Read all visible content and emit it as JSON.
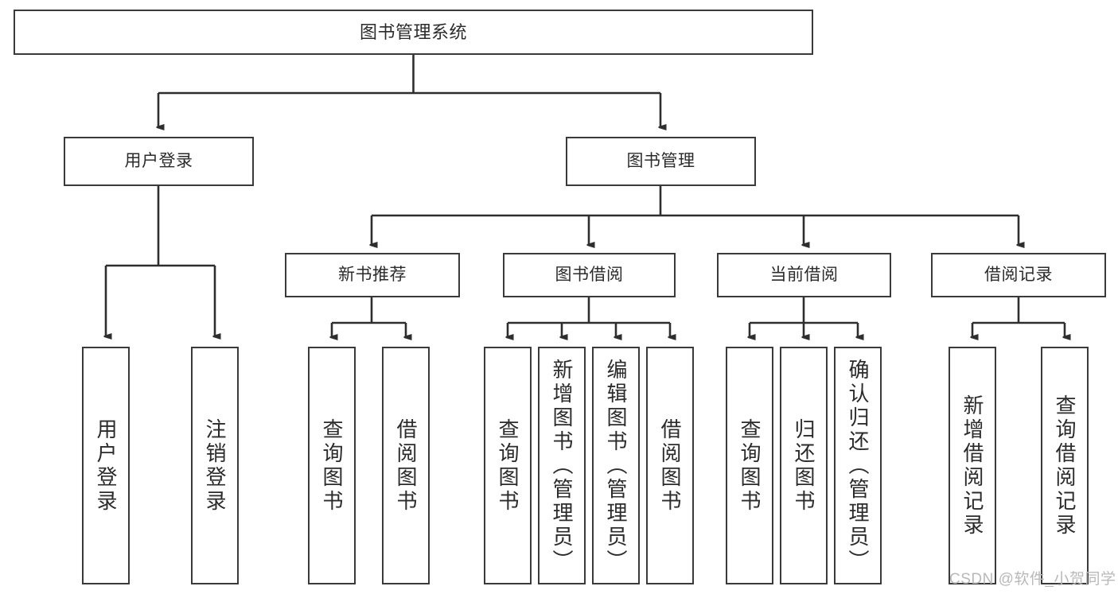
{
  "diagram": {
    "type": "tree-hierarchy-chart",
    "title": "图书管理系统",
    "orientation": "top-down",
    "line_color": "#3a3a3a",
    "box_fill": "#ffffff",
    "text_color": "#2b2b2b",
    "watermark": "CSDN @软件_小贺同学",
    "watermark_color": "#b9b9b9"
  },
  "nodes": {
    "root": {
      "label": "图书管理系统"
    },
    "level2": [
      {
        "label": "用户登录"
      },
      {
        "label": "图书管理"
      }
    ],
    "level3": [
      {
        "label": "新书推荐"
      },
      {
        "label": "图书借阅"
      },
      {
        "label": "当前借阅"
      },
      {
        "label": "借阅记录"
      }
    ],
    "leaves": {
      "user_login": [
        {
          "label": "用户登录"
        },
        {
          "label": "注销登录"
        }
      ],
      "new_book_recommend": [
        {
          "label": "查询图书"
        },
        {
          "label": "借阅图书"
        }
      ],
      "book_borrow": [
        {
          "label": "查询图书"
        },
        {
          "label": "新增图书（管理员）"
        },
        {
          "label": "编辑图书（管理员）"
        },
        {
          "label": "借阅图书"
        }
      ],
      "current_borrow": [
        {
          "label": "查询图书"
        },
        {
          "label": "归还图书"
        },
        {
          "label": "确认归还（管理员）"
        }
      ],
      "borrow_record": [
        {
          "label": "新增借阅记录"
        },
        {
          "label": "查询借阅记录"
        }
      ]
    }
  }
}
